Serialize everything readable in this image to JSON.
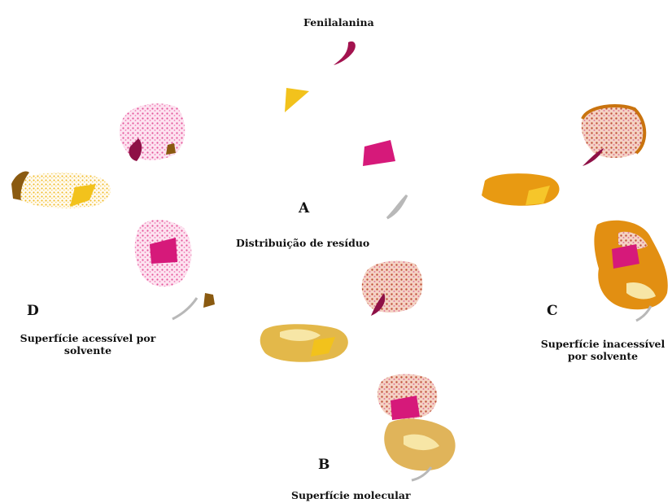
{
  "figure": {
    "title": "Fenilalanina",
    "panels": {
      "A": {
        "letter": "A",
        "caption": "Distribuição de resíduo"
      },
      "B": {
        "letter": "B",
        "caption": "Superfície molecular"
      },
      "C": {
        "letter": "C",
        "caption_line1": "Superfície inacessível",
        "caption_line2": "por solvente"
      },
      "D": {
        "letter": "D",
        "caption_line1": "Superfície acessível por",
        "caption_line2": "solvente"
      }
    }
  },
  "colors": {
    "magenta": "#d6197a",
    "dark_magenta": "#8e1046",
    "yellow": "#f2c21c",
    "orange": "#d98c0a",
    "brown": "#8a5a10",
    "pink_dots": "#f08cc0",
    "grey": "#b8b8b8",
    "cream": "#f7e6a6"
  }
}
